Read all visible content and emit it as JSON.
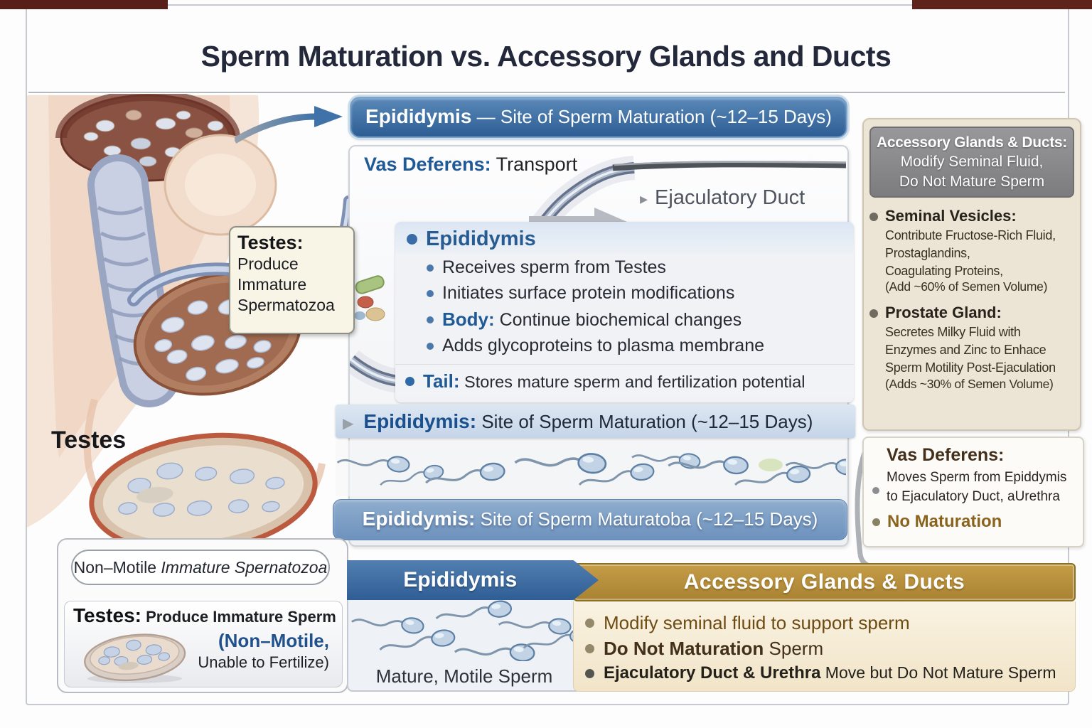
{
  "title": "Sperm Maturation vs. Accessory Glands and Ducts",
  "colors": {
    "banner_blue": "#2e5d94",
    "heading_blue": "#205a96",
    "accessory_gold": "#b9923f",
    "header_gray": "#8b8b8d",
    "cream_panel": "#ece5d6",
    "brown_text": "#6e4b12",
    "no_maturation_gold": "#8a641c"
  },
  "top_banner": {
    "bold": "Epididymis",
    "rest": " — Site of Sperm Maturation (~12–15 Days)"
  },
  "anatomy": {
    "callout_title": "Testes:",
    "callout_line1": "Produce",
    "callout_line2": "Immature",
    "callout_line3": "Spermatozoa",
    "label": "Testes"
  },
  "panel": {
    "vas_bold": "Vas Deferens:",
    "vas_rest": " Transport",
    "ejaculatory": "Ejaculatory Duct",
    "epi_heading": "Epididymis",
    "bullet1": "Receives sperm from Testes",
    "bullet2": "Initiates surface protein modifications",
    "body_bold": "Body:",
    "body_rest": " Continue biochemical changes",
    "bullet3": "Adds glycoproteins to plasma membrane",
    "tail_bold": "Tail:",
    "tail_rest": " Stores mature sperm and fertilization potential",
    "strip1_bold": "Epididymis:",
    "strip1_rest": " Site of Sperm Maturation (~12–15 Days)",
    "strip2_bold": "Epididymis:",
    "strip2_rest": " Site of Sperm Maturatoba (~12–15 Days)"
  },
  "right": {
    "header_bold": "Accessory Glands & Ducts:",
    "header_line2": "Modify Seminal Fluid,",
    "header_line3": "Do Not Mature Sperm",
    "sv_title": "Seminal Vesicles:",
    "sv_line1": "Contribute Fructose-Rich Fluid,",
    "sv_line2": "Prostaglandins,",
    "sv_line3": "Coagulating Proteins,",
    "sv_line4": "(Add ~60% of Semen Volume)",
    "pg_title": "Prostate Gland:",
    "pg_line1": "Secretes Milky Fluid with",
    "pg_line2": "Enzymes and Zinc to Enhace",
    "pg_line3": "Sperm Motility Post-Ejaculation",
    "pg_line4": "(Adds ~30% of Semen Volume)",
    "vd_title": "Vas Deferens:",
    "vd_line1": "Moves Sperm from Epiddymis",
    "vd_line2": "to Ejaculatory Duct, aUrethra",
    "vd_no_maturation": "No Maturation"
  },
  "bottom": {
    "pill_regular": "Non–Motile ",
    "pill_italic": "Immature Spernatozoa",
    "testes_bold": "Testes:",
    "testes_rest": " Produce Immature Sperm",
    "testes_blue": "(Non–Motile,",
    "testes_last": "Unable to Fertilize)",
    "epi_title": "Epididymis",
    "epi_caption": "Mature, Motile Sperm",
    "acc_banner": "Accessory Glands & Ducts",
    "acc_b1": "Modify seminal fluid to support sperm",
    "acc_b2_bold": "Do Not Maturation",
    "acc_b2_rest": " Sperm",
    "acc_b3_bold": "Ejaculatory Duct & Urethra",
    "acc_b3_rest": " Move but Do Not Mature Sperm"
  }
}
